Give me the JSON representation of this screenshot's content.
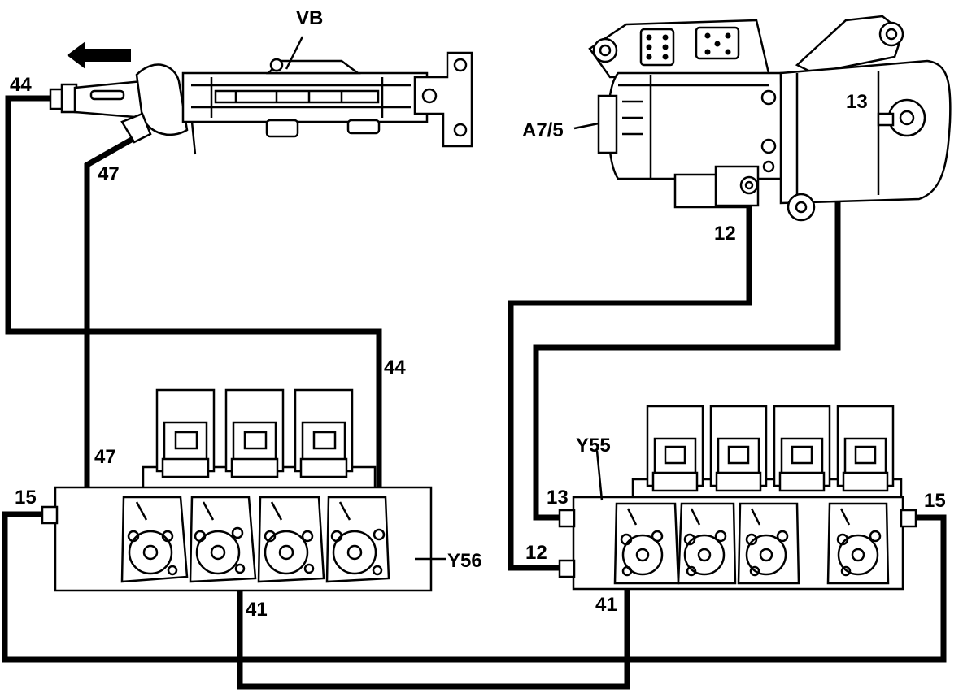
{
  "labels": {
    "vb": "VB",
    "a75": "A7/5",
    "y55": "Y55",
    "y56": "Y56",
    "l44_top": "44",
    "l44_mid": "44",
    "l47_top": "47",
    "l47_mid": "47",
    "l13_top": "13",
    "l13_mid": "13",
    "l12_top": "12",
    "l12_mid": "12",
    "l15_left": "15",
    "l15_right": "15",
    "l41_left": "41",
    "l41_right": "41"
  },
  "colors": {
    "line": "#000000",
    "background": "#ffffff"
  }
}
